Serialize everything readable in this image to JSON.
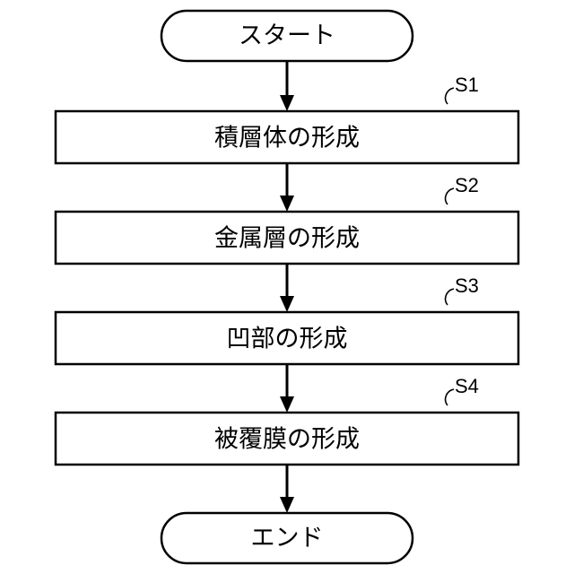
{
  "flowchart": {
    "start": {
      "label": "スタート"
    },
    "steps": [
      {
        "id": "S1",
        "label": "積層体の形成"
      },
      {
        "id": "S2",
        "label": "金属層の形成"
      },
      {
        "id": "S3",
        "label": "凹部の形成"
      },
      {
        "id": "S4",
        "label": "被覆膜の形成"
      }
    ],
    "end": {
      "label": "エンド"
    }
  }
}
